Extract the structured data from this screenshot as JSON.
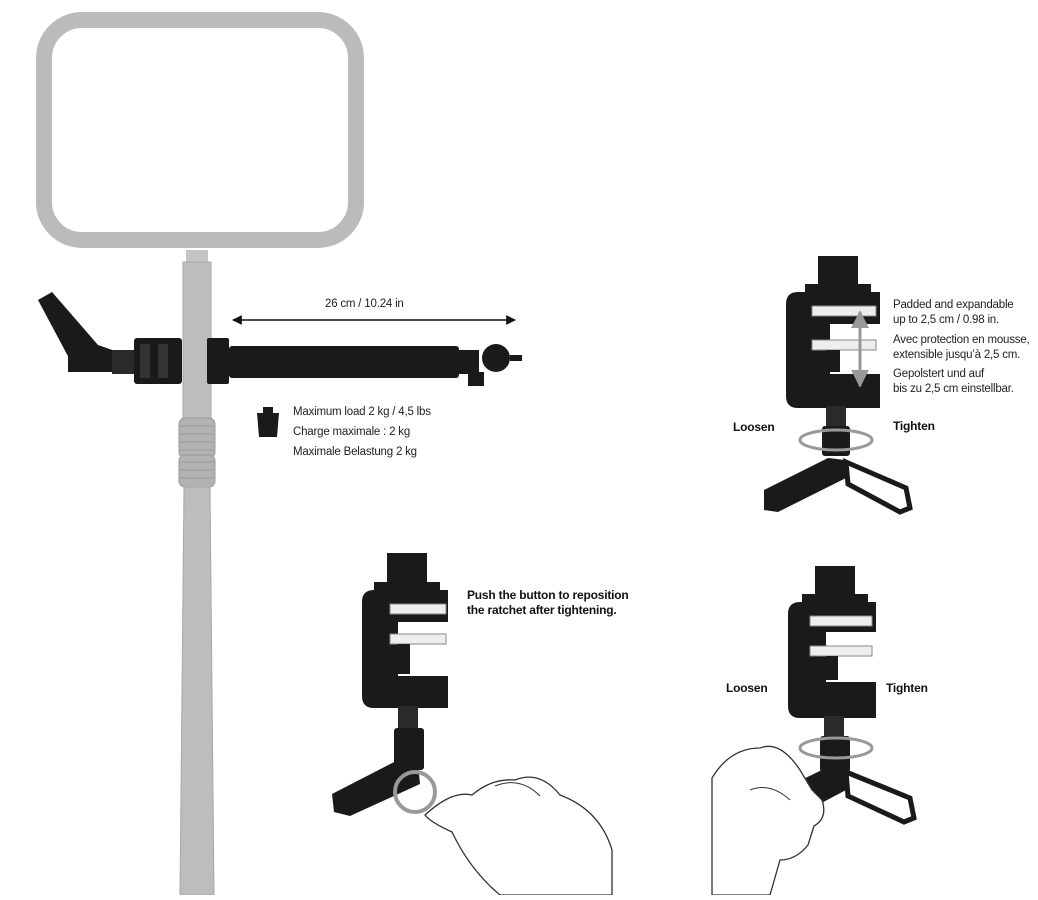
{
  "arm": {
    "dimension_label": "26 cm / 10.24 in"
  },
  "load": {
    "icon": "weight-icon",
    "lines": [
      "Maximum load 2 kg / 4,5 lbs",
      "Charge maximale : 2 kg",
      "Maximale Belastung 2 kg"
    ]
  },
  "padding_note": {
    "lines": [
      "Padded and expandable",
      "up to 2,5 cm / 0.98 in.",
      "Avec protection en mousse,",
      "extensible jusqu’à 2,5 cm.",
      "Gepolstert und auf",
      "bis zu 2,5 cm einstellbar."
    ]
  },
  "clamp_top": {
    "loosen": "Loosen",
    "tighten": "Tighten"
  },
  "ratchet_note": {
    "lines": [
      "Push the button to reposition",
      "the ratchet after tightening."
    ]
  },
  "clamp_bottom": {
    "loosen": "Loosen",
    "tighten": "Tighten"
  },
  "colors": {
    "frame_gray": "#bbbbbb",
    "dark": "#1a1a1a",
    "arrow_gray": "#999999"
  }
}
